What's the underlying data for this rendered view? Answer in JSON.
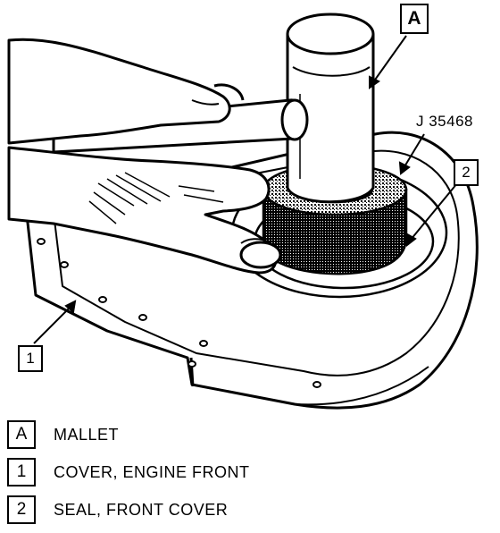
{
  "callouts": {
    "a": "A",
    "one": "1",
    "two": "2"
  },
  "tool_label": "J 35468",
  "legend": [
    {
      "key": "A",
      "text": "MALLET"
    },
    {
      "key": "1",
      "text": "COVER, ENGINE FRONT"
    },
    {
      "key": "2",
      "text": "SEAL, FRONT COVER"
    }
  ]
}
